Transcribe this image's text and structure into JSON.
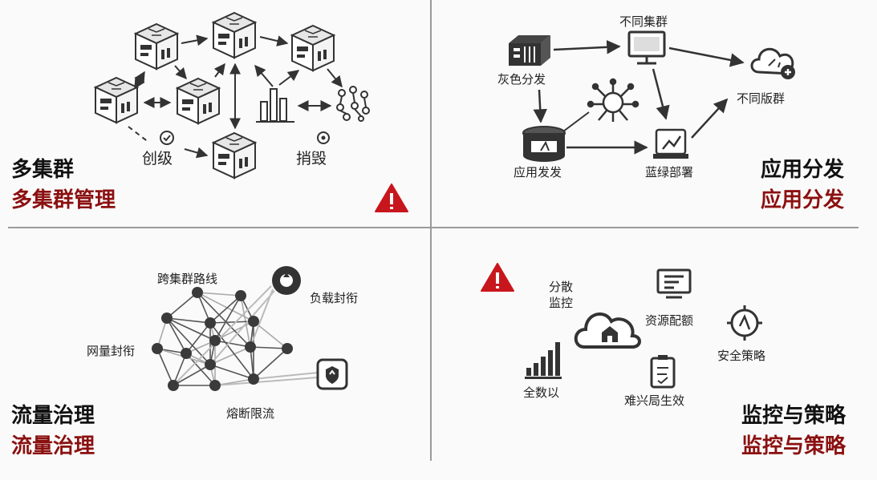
{
  "colors": {
    "title_red": "#8b1010",
    "warning_red": "#c8161d",
    "icon_dark": "#333333"
  },
  "multi_cluster": {
    "title": "多集群",
    "subtitle": "多集群管理",
    "labels": {
      "create": "创级",
      "destroy": "捎毁"
    },
    "icons": [
      "server-block-icon",
      "bar-chart-icon",
      "network-nodes-icon",
      "check-circle-icon",
      "target-icon",
      "warning-icon"
    ]
  },
  "app_distribution": {
    "title": "应用分发",
    "subtitle": "应用分发",
    "labels": {
      "canary": "灰色分发",
      "clusters": "不同集群",
      "versions": "不同版群",
      "deploy": "应用发发",
      "blue_green": "蓝绿部署"
    },
    "icons": [
      "server-rack-icon",
      "monitor-icon",
      "cloud-plus-icon",
      "hub-icon",
      "drum-icon",
      "chart-panel-icon"
    ]
  },
  "traffic": {
    "title": "流量治理",
    "subtitle": "流量治理",
    "labels": {
      "cross_route": "跨集群路线",
      "traffic_balance": "网量封衔",
      "load_balance": "负载封衔",
      "circuit_breaker": "熔断限流"
    },
    "icons": [
      "load-balance-icon",
      "shield-box-icon"
    ]
  },
  "monitoring": {
    "title": "监控与策略",
    "subtitle": "监控与策略",
    "labels": {
      "distributed": "分散",
      "monitor": "监控",
      "quota": "资源配额",
      "security": "安全策略",
      "full_data": "全数以",
      "effective": "难兴局生效"
    },
    "icons": [
      "cloud-home-icon",
      "dashboard-screen-icon",
      "compass-clock-icon",
      "bar-growth-icon",
      "clipboard-icon",
      "warning-icon"
    ]
  }
}
